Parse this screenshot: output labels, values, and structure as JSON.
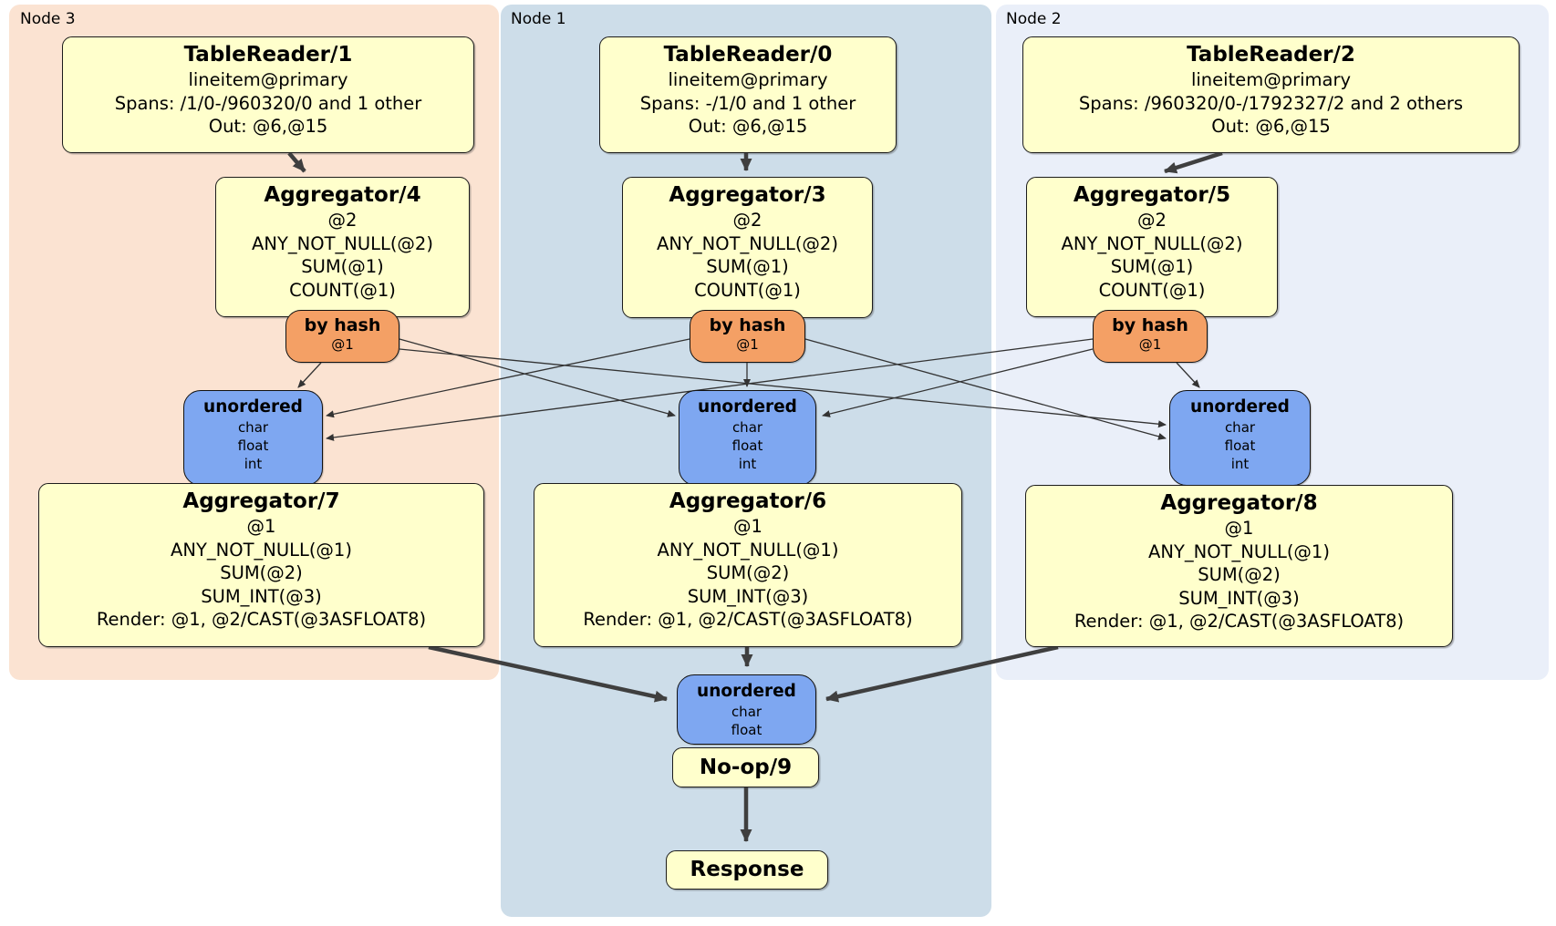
{
  "regions": {
    "node3": {
      "label": "Node 3"
    },
    "node1": {
      "label": "Node 1"
    },
    "node2": {
      "label": "Node 2"
    }
  },
  "processors": {
    "tr1": {
      "title": "TableReader/1",
      "lines": [
        "lineitem@primary",
        "Spans: /1/0-/960320/0 and 1 other",
        "Out: @6,@15"
      ]
    },
    "tr0": {
      "title": "TableReader/0",
      "lines": [
        "lineitem@primary",
        "Spans: -/1/0 and 1 other",
        "Out: @6,@15"
      ]
    },
    "tr2": {
      "title": "TableReader/2",
      "lines": [
        "lineitem@primary",
        "Spans: /960320/0-/1792327/2 and 2 others",
        "Out: @6,@15"
      ]
    },
    "agg4": {
      "title": "Aggregator/4",
      "lines": [
        "@2",
        "ANY_NOT_NULL(@2)",
        "SUM(@1)",
        "COUNT(@1)"
      ]
    },
    "agg3": {
      "title": "Aggregator/3",
      "lines": [
        "@2",
        "ANY_NOT_NULL(@2)",
        "SUM(@1)",
        "COUNT(@1)"
      ]
    },
    "agg5": {
      "title": "Aggregator/5",
      "lines": [
        "@2",
        "ANY_NOT_NULL(@2)",
        "SUM(@1)",
        "COUNT(@1)"
      ]
    },
    "agg7": {
      "title": "Aggregator/7",
      "lines": [
        "@1",
        "ANY_NOT_NULL(@1)",
        "SUM(@2)",
        "SUM_INT(@3)",
        "Render: @1, @2/CAST(@3ASFLOAT8)"
      ]
    },
    "agg6": {
      "title": "Aggregator/6",
      "lines": [
        "@1",
        "ANY_NOT_NULL(@1)",
        "SUM(@2)",
        "SUM_INT(@3)",
        "Render: @1, @2/CAST(@3ASFLOAT8)"
      ]
    },
    "agg8": {
      "title": "Aggregator/8",
      "lines": [
        "@1",
        "ANY_NOT_NULL(@1)",
        "SUM(@2)",
        "SUM_INT(@3)",
        "Render: @1, @2/CAST(@3ASFLOAT8)"
      ]
    },
    "noop": {
      "title": "No-op/9"
    },
    "response": {
      "title": "Response"
    }
  },
  "routers": {
    "hash3": {
      "title": "by hash",
      "key": "@1"
    },
    "hash1": {
      "title": "by hash",
      "key": "@1"
    },
    "hash2": {
      "title": "by hash",
      "key": "@1"
    }
  },
  "syncs": {
    "uno3": {
      "title": "unordered",
      "types": [
        "char",
        "float",
        "int"
      ]
    },
    "uno1": {
      "title": "unordered",
      "types": [
        "char",
        "float",
        "int"
      ]
    },
    "uno2": {
      "title": "unordered",
      "types": [
        "char",
        "float",
        "int"
      ]
    },
    "unoF": {
      "title": "unordered",
      "types": [
        "char",
        "float"
      ]
    }
  },
  "colors": {
    "node3_bg": "#fbe3d2",
    "node1_bg": "#cddde9",
    "node2_bg": "#eaeff9",
    "processor_fill": "#ffffcc",
    "router_fill": "#f4a065",
    "sync_fill": "#7ea7f1",
    "edge": "#3f3f3f"
  }
}
